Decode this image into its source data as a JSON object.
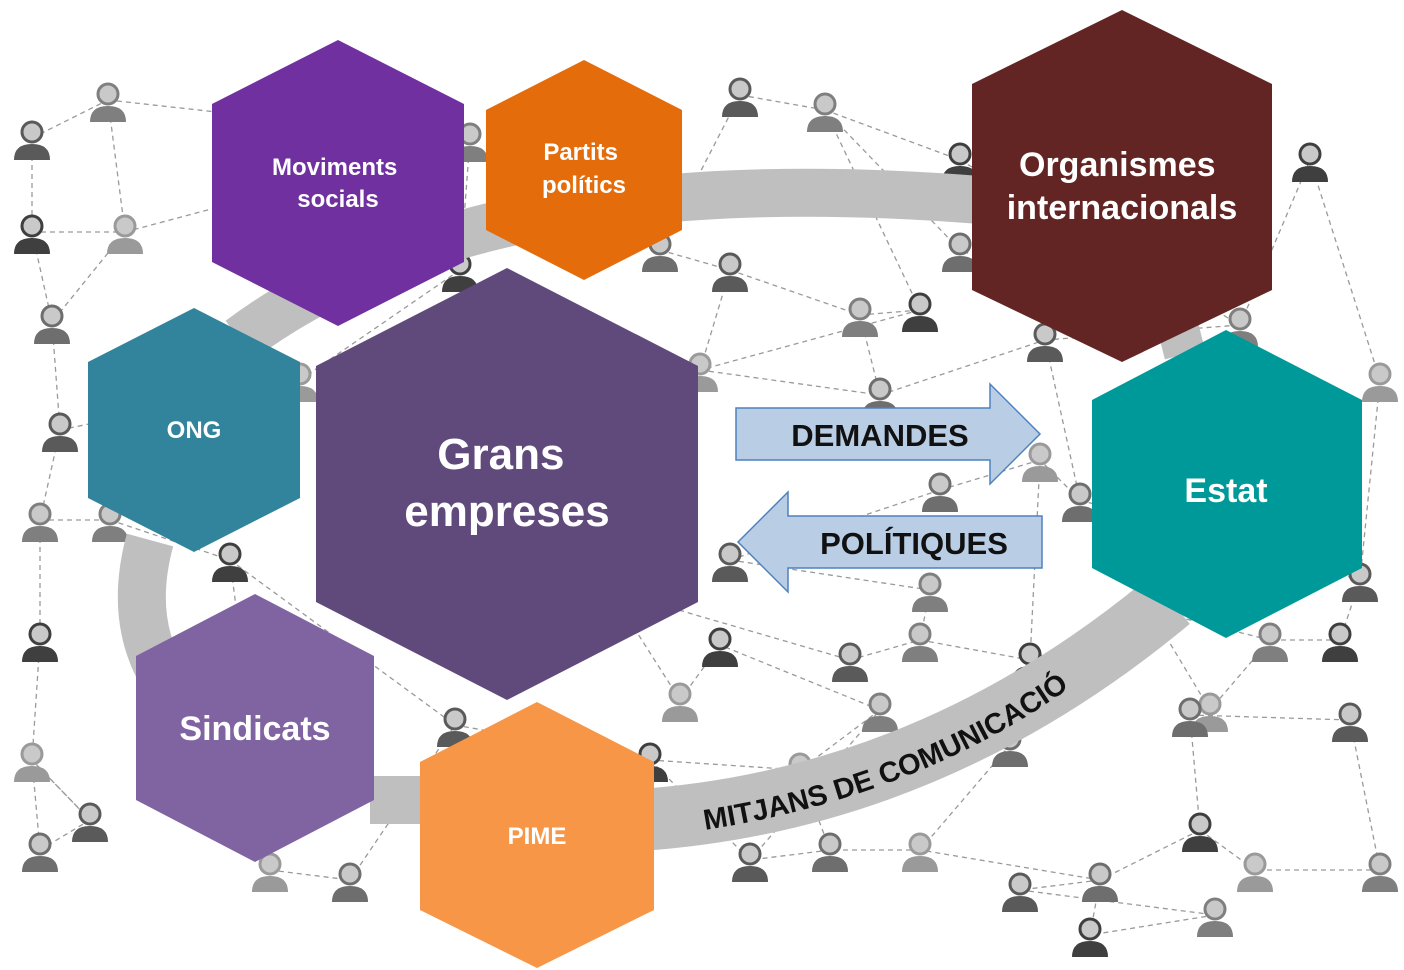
{
  "hexagons": [
    {
      "id": "moviments",
      "lines": [
        "Moviments",
        "socials"
      ],
      "color": "#7030a0"
    },
    {
      "id": "partits",
      "lines": [
        "Partits",
        "polítics"
      ],
      "color": "#e46c0a"
    },
    {
      "id": "organismes",
      "lines": [
        "Organismes",
        "internacionals"
      ],
      "color": "#632523"
    },
    {
      "id": "ong",
      "lines": [
        "ONG"
      ],
      "color": "#31849b"
    },
    {
      "id": "grans",
      "lines": [
        "Grans",
        "empreses"
      ],
      "color": "#604a7b"
    },
    {
      "id": "estat",
      "lines": [
        "Estat"
      ],
      "color": "#009999"
    },
    {
      "id": "sindicats",
      "lines": [
        "Sindicats"
      ],
      "color": "#8064a2"
    },
    {
      "id": "pime",
      "lines": [
        "PIME"
      ],
      "color": "#f79646"
    }
  ],
  "arrows": {
    "demandes": {
      "label": "DEMANDES",
      "direction": "right"
    },
    "politiques": {
      "label": "POLÍTIQUES",
      "direction": "left"
    },
    "fill": "#b9cde5",
    "stroke": "#4f81bd"
  },
  "ring": {
    "label": "MITJANS DE COMUNICACIÓ",
    "color": "#bfbfbf"
  },
  "network": {
    "line_color": "#9a9a9a",
    "person_color": "#7f7f7f"
  }
}
